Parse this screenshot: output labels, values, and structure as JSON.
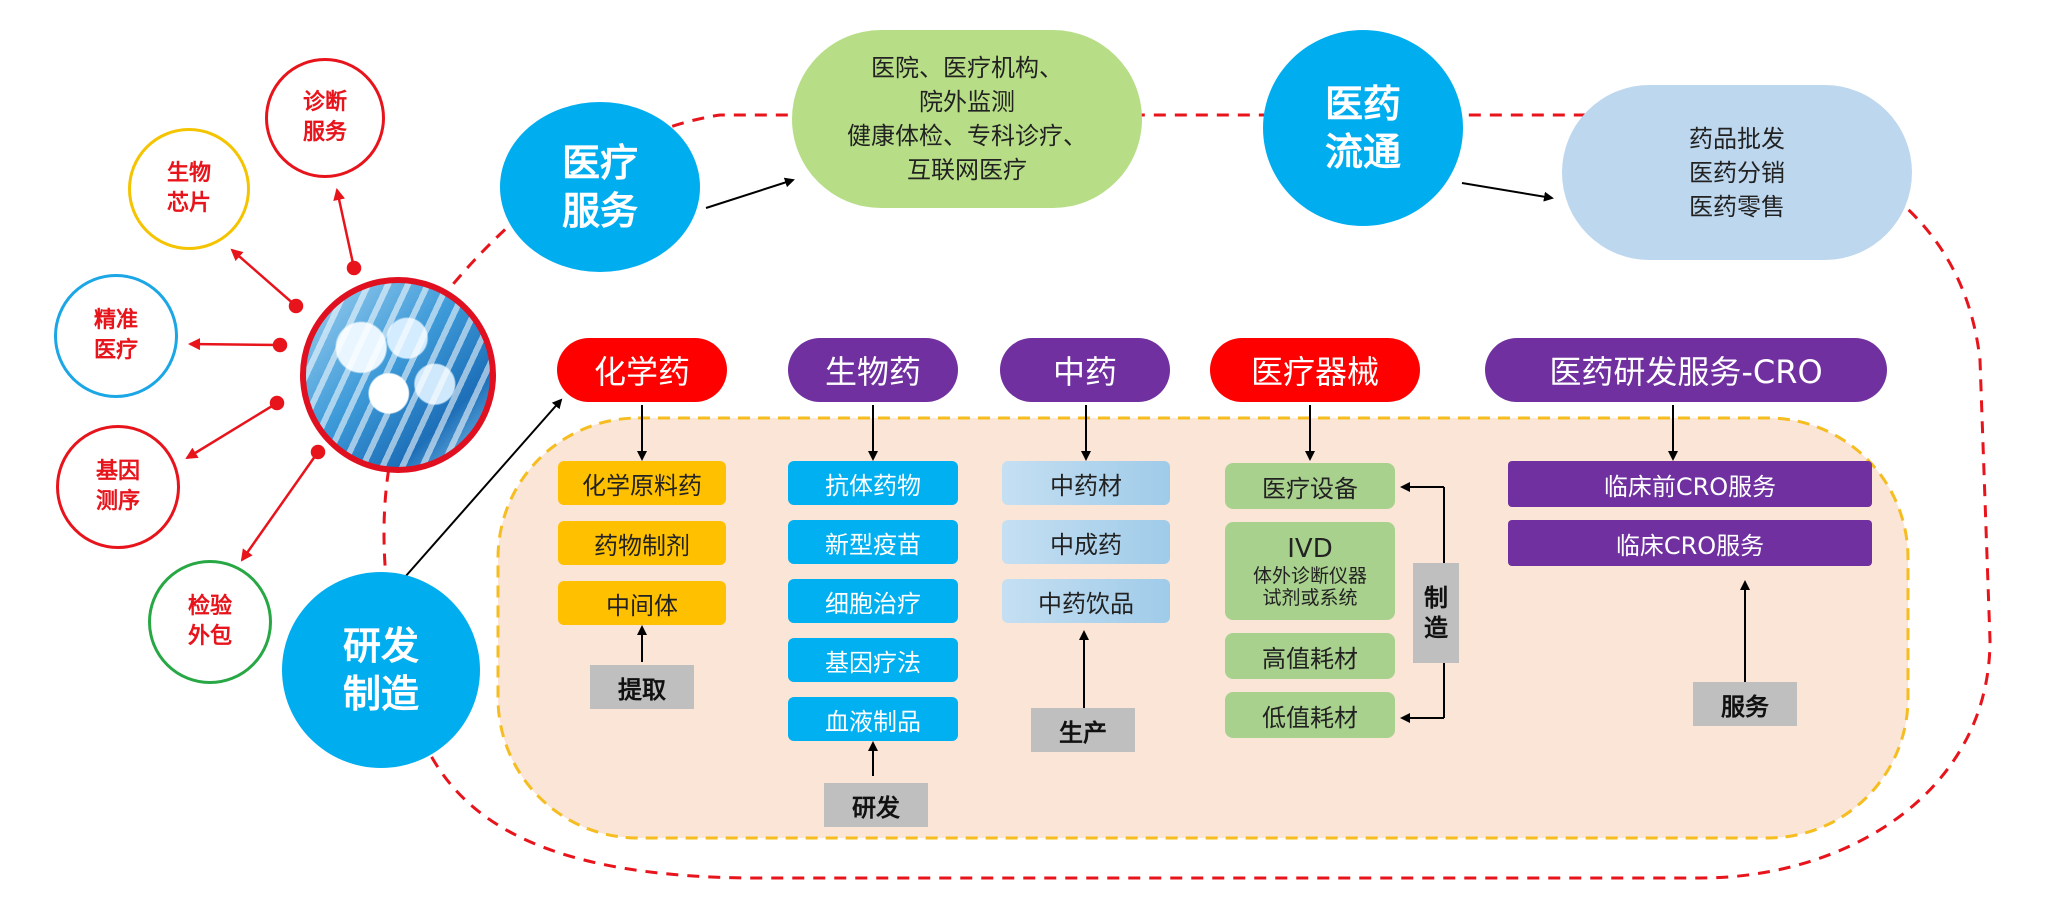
{
  "satellites": {
    "diagnostic": "诊断\n服务",
    "biochip": "生物\n芯片",
    "precision": "精准\n医疗",
    "gene": "基因\n测序",
    "outsourcing": "检验\n外包"
  },
  "hubs": {
    "medical_service": "医疗\n服务",
    "distribution": "医药\n流通",
    "rnd_manufacturing": "研发\n制造"
  },
  "medical_service_desc": "医院、医疗机构、\n院外监测\n健康体检、专科诊疗、\n互联网医疗",
  "distribution_desc": "药品批发\n医药分销\n医药零售",
  "categories": {
    "chemical": {
      "title": "化学药",
      "items": [
        "化学原料药",
        "药物制剂",
        "中间体"
      ],
      "process": "提取"
    },
    "biologic": {
      "title": "生物药",
      "items": [
        "抗体药物",
        "新型疫苗",
        "细胞治疗",
        "基因疗法",
        "血液制品"
      ],
      "process": "研发"
    },
    "tcm": {
      "title": "中药",
      "items": [
        "中药材",
        "中成药",
        "中药饮品"
      ],
      "process": "生产"
    },
    "device": {
      "title": "医疗器械",
      "items": [
        "医疗设备",
        "高值耗材",
        "低值耗材"
      ],
      "ivd_title": "IVD",
      "ivd_sub": "体外诊断仪器\n试剂或系统",
      "process": "制\n造"
    },
    "cro": {
      "title": "医药研发服务-CRO",
      "items": [
        "临床前CRO服务",
        "临床CRO服务"
      ],
      "process": "服务"
    }
  },
  "colors": {
    "red": "#ff0000",
    "purple": "#7030a0",
    "blue_circle": "#00adef",
    "green_pill": "#b7de87",
    "light_blue_pill": "#bdd7ee",
    "yellow_box": "#ffc000",
    "cyan_box": "#00b0f0",
    "green_box": "#a9d18e",
    "gray_label": "#bfbfbf",
    "region_fill": "#fbe5d6"
  }
}
